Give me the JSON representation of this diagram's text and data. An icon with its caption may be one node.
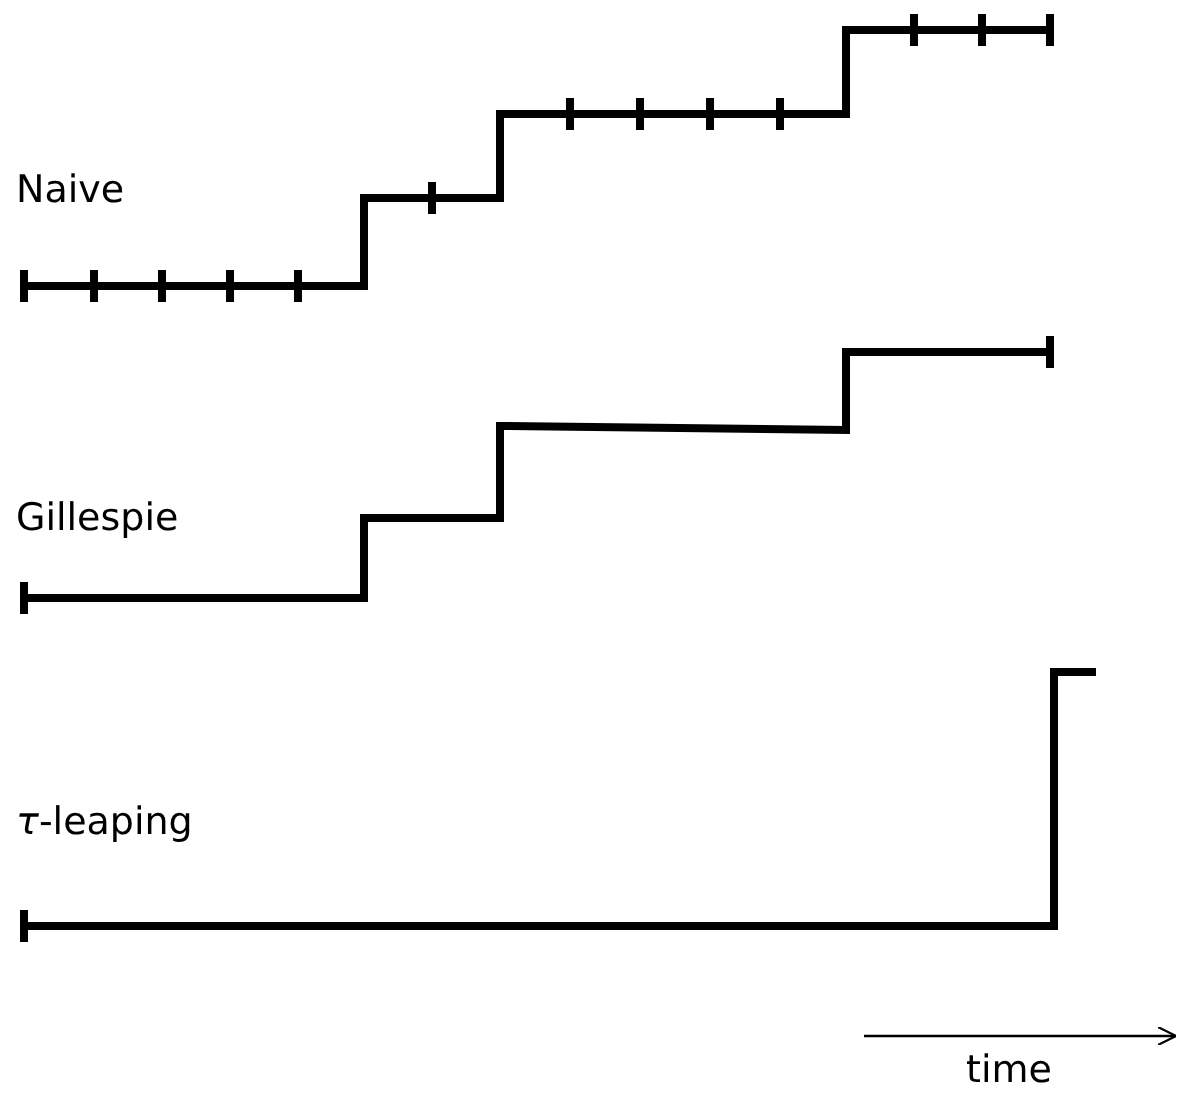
{
  "diagram": {
    "labels": [
      "Naive",
      "Gillespie",
      "*τ*-leaping",
      "time"
    ]
  }
}
